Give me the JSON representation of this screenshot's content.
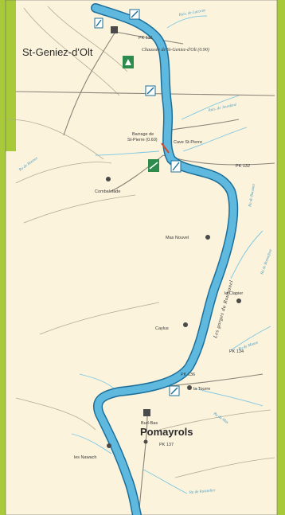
{
  "map": {
    "colors": {
      "background": "#fbf3dc",
      "border_green": "#a7c93a",
      "river": "#5fb8de",
      "river_edge": "#1c6f9a",
      "stream": "#7cc6e2",
      "road": "#8a8377",
      "town_marker": "#4a4a4a",
      "green_sign": "#2e8b4e"
    },
    "towns": {
      "st_geniez": "St-Geniez-d'Olt",
      "pomayrols": "Pomayrols",
      "above_pomayrols": "Burl-Bas",
      "combalelade": "Combalelade",
      "mas_nouvel": "Mas Nouvel",
      "le_clapier": "le Clapier",
      "caylus": "Caylus",
      "la_tourre": "la Tourre",
      "les_nawach": "les Nawach",
      "cave_st_pierre": "Cave St-Pierre",
      "barrage_line1": "Barrage de",
      "barrage_line2": "St-Pierre (0.60)"
    },
    "labels": {
      "chaussee": "Chaussée de St-Geniez-d'Olt (0.90)",
      "gorges": "Les gorges du Roumanel",
      "pk_1": "PK 131",
      "pk_2": "PK 132",
      "pk_3": "PK 134",
      "pk_4": "PK 136",
      "pk_5": "PK 137",
      "stream_1": "Ruis. de Lacorne",
      "stream_2": "Ruis. de Jourdané",
      "stream_3": "Ru de Bonnes",
      "stream_4": "Ru de Bucanet",
      "stream_5": "Ru de Bonnefont",
      "stream_6": "Ru de Mauze",
      "stream_7": "Ru du Mas",
      "stream_8": "Ru de Ruisselier"
    },
    "icons": [
      "sluice-icon",
      "canoe-icon",
      "lock-icon",
      "weir-icon",
      "port-icon"
    ]
  }
}
